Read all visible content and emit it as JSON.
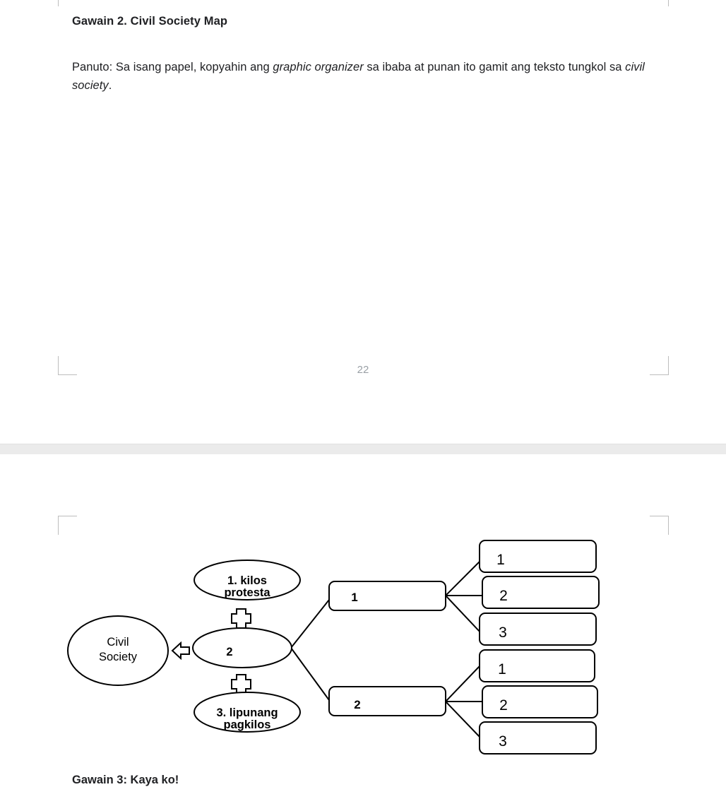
{
  "page_one": {
    "heading": "Gawain 2. Civil Society Map",
    "instructions": {
      "part1": "Panuto: Sa isang papel, kopyahin ang ",
      "italic1": "graphic organizer",
      "part2": " sa ibaba at punan ito gamit ang teksto tungkol sa ",
      "italic2": "civil society",
      "part3": "."
    },
    "page_number": "22"
  },
  "page_two": {
    "next_heading": "Gawain 3: Kaya ko!",
    "organizer": {
      "root": {
        "line1": "Civil",
        "line2": "Society"
      },
      "arrow": "left-arrow",
      "stack": [
        {
          "line1": "1. kilos",
          "line2": "protesta"
        },
        {
          "line1": "2",
          "line2": ""
        },
        {
          "line1": "3. lipunang",
          "line2": "pagkilos"
        }
      ],
      "plus_connectors": [
        "+",
        "+"
      ],
      "parents": [
        {
          "label": "1"
        },
        {
          "label": "2"
        }
      ],
      "children_top": [
        {
          "label": "1"
        },
        {
          "label": "2"
        },
        {
          "label": "3"
        }
      ],
      "children_bottom": [
        {
          "label": "1"
        },
        {
          "label": "2"
        },
        {
          "label": "3"
        }
      ]
    }
  }
}
